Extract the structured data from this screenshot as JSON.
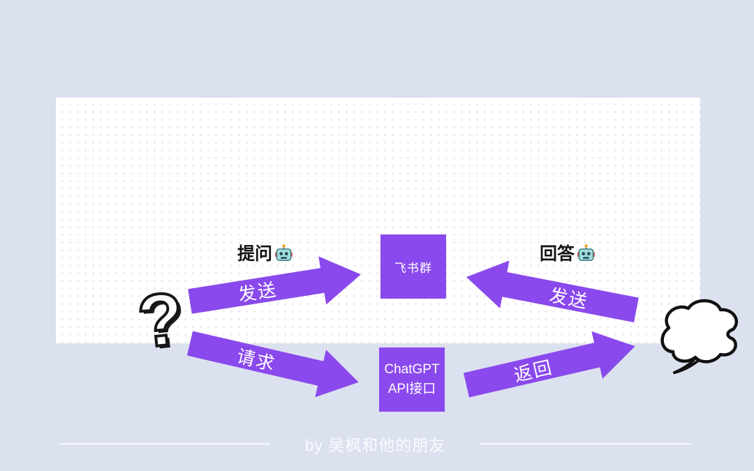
{
  "colors": {
    "page_bg": "#dce1ef",
    "canvas_bg": "#ffffff",
    "purple": "#8a49ec",
    "arrow_label_text": "#ffffff",
    "flow_label_text": "#141414",
    "footer_text": "#fafbff"
  },
  "diagram": {
    "question_mark": "?",
    "ask_label": "提问",
    "answer_label": "回答",
    "icons": {
      "robot": "🤖"
    },
    "nodes": {
      "feishu": {
        "label": "飞书群"
      },
      "chatgpt": {
        "line1": "ChatGPT",
        "line2": "API接口"
      }
    },
    "arrows": {
      "send_to_feishu": "发送",
      "send_to_user": "发送",
      "request": "请求",
      "return": "返回"
    }
  },
  "footer": {
    "credit": "by 吴枫和他的朋友"
  }
}
